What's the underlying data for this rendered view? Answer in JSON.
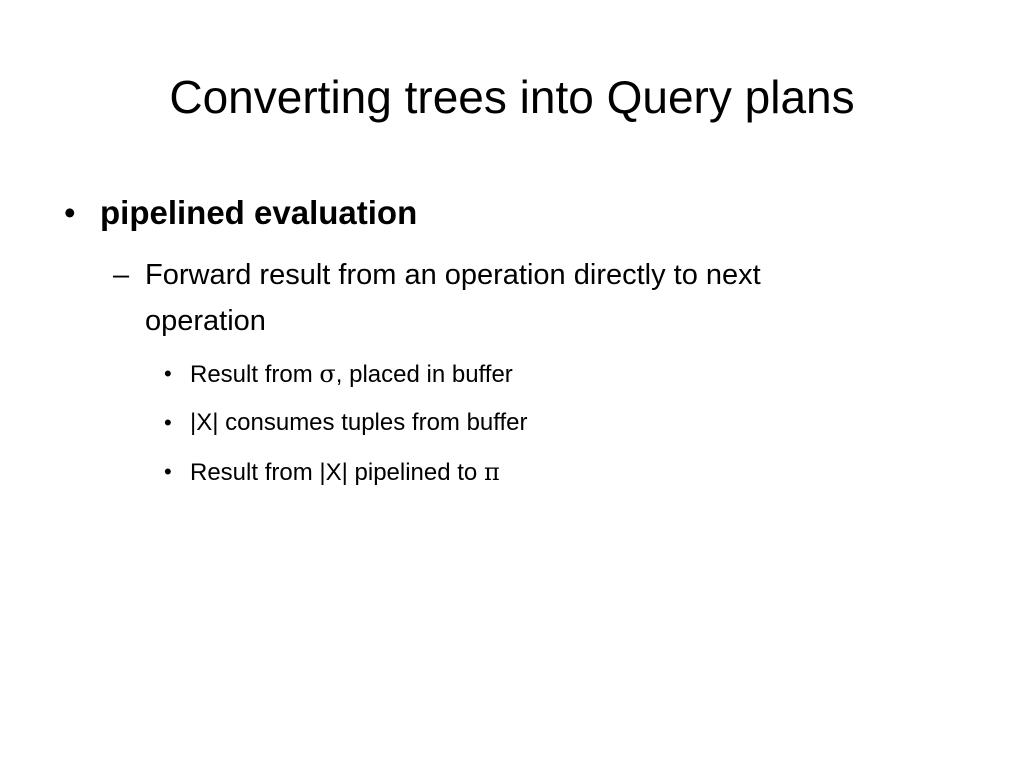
{
  "slide": {
    "title": "Converting trees into Query plans",
    "bullet1": "pipelined evaluation",
    "sub1_line1": "Forward result from an operation directly to next",
    "sub1_line2": "operation",
    "subsub": [
      {
        "before": "Result from ",
        "symbol": "σ",
        "after": ", placed in buffer"
      },
      {
        "before": "|X| consumes tuples from buffer"
      },
      {
        "before": "Result from |X| pipelined to ",
        "symbol": "π"
      }
    ],
    "markers": {
      "level1": "•",
      "level2": "–",
      "level3": "•"
    }
  }
}
